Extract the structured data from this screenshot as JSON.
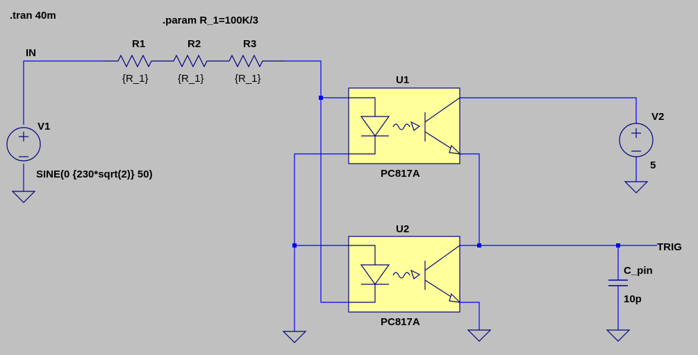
{
  "directives": {
    "tran": ".tran 40m",
    "param": ".param R_1=100K/3"
  },
  "nets": {
    "in": "IN",
    "trig": "TRIG"
  },
  "resistors": [
    {
      "name": "R1",
      "value": "{R_1}"
    },
    {
      "name": "R2",
      "value": "{R_1}"
    },
    {
      "name": "R3",
      "value": "{R_1}"
    }
  ],
  "sources": {
    "v1": {
      "name": "V1",
      "value": "SINE(0 {230*sqrt(2)} 50)"
    },
    "v2": {
      "name": "V2",
      "value": "5"
    }
  },
  "optocouplers": {
    "u1": {
      "name": "U1",
      "model": "PC817A"
    },
    "u2": {
      "name": "U2",
      "model": "PC817A"
    }
  },
  "capacitor": {
    "name": "C_pin",
    "value": "10p"
  },
  "colors": {
    "background": "#c0c0c0",
    "wire": "#0000ff",
    "component": "#000080",
    "text": "#000000",
    "ic_body": "#ffff9b"
  }
}
